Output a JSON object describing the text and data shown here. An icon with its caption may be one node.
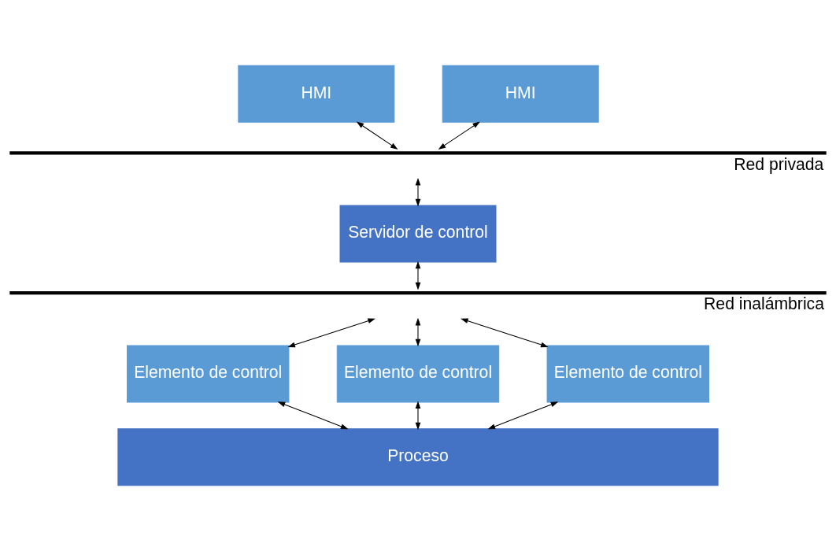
{
  "diagram": {
    "nodes": [
      {
        "text": [
          "HMI"
        ]
      },
      {
        "text": [
          "HMI"
        ]
      },
      {
        "text": [
          "Red privada"
        ]
      },
      {
        "text": [
          "Servidor de control"
        ]
      },
      {
        "text": [
          "Red inalámbrica"
        ]
      },
      {
        "text": [
          "Elemento de control"
        ]
      },
      {
        "text": [
          "Elemento de control"
        ]
      },
      {
        "text": [
          "Elemento de control"
        ]
      },
      {
        "text": [
          "Proceso"
        ]
      }
    ],
    "edges": [
      {
        "from": 0,
        "to": 2,
        "arrow": "both"
      },
      {
        "from": 1,
        "to": 2,
        "arrow": "both"
      },
      {
        "from": 2,
        "to": 3,
        "arrow": "both"
      },
      {
        "from": 3,
        "to": 4,
        "arrow": "both"
      },
      {
        "from": 4,
        "to": 5,
        "arrow": "both"
      },
      {
        "from": 4,
        "to": 6,
        "arrow": "both"
      },
      {
        "from": 4,
        "to": 7,
        "arrow": "both"
      },
      {
        "from": 5,
        "to": 8,
        "arrow": "both"
      },
      {
        "from": 6,
        "to": 8,
        "arrow": "both"
      },
      {
        "from": 7,
        "to": 8,
        "arrow": "both"
      }
    ]
  }
}
